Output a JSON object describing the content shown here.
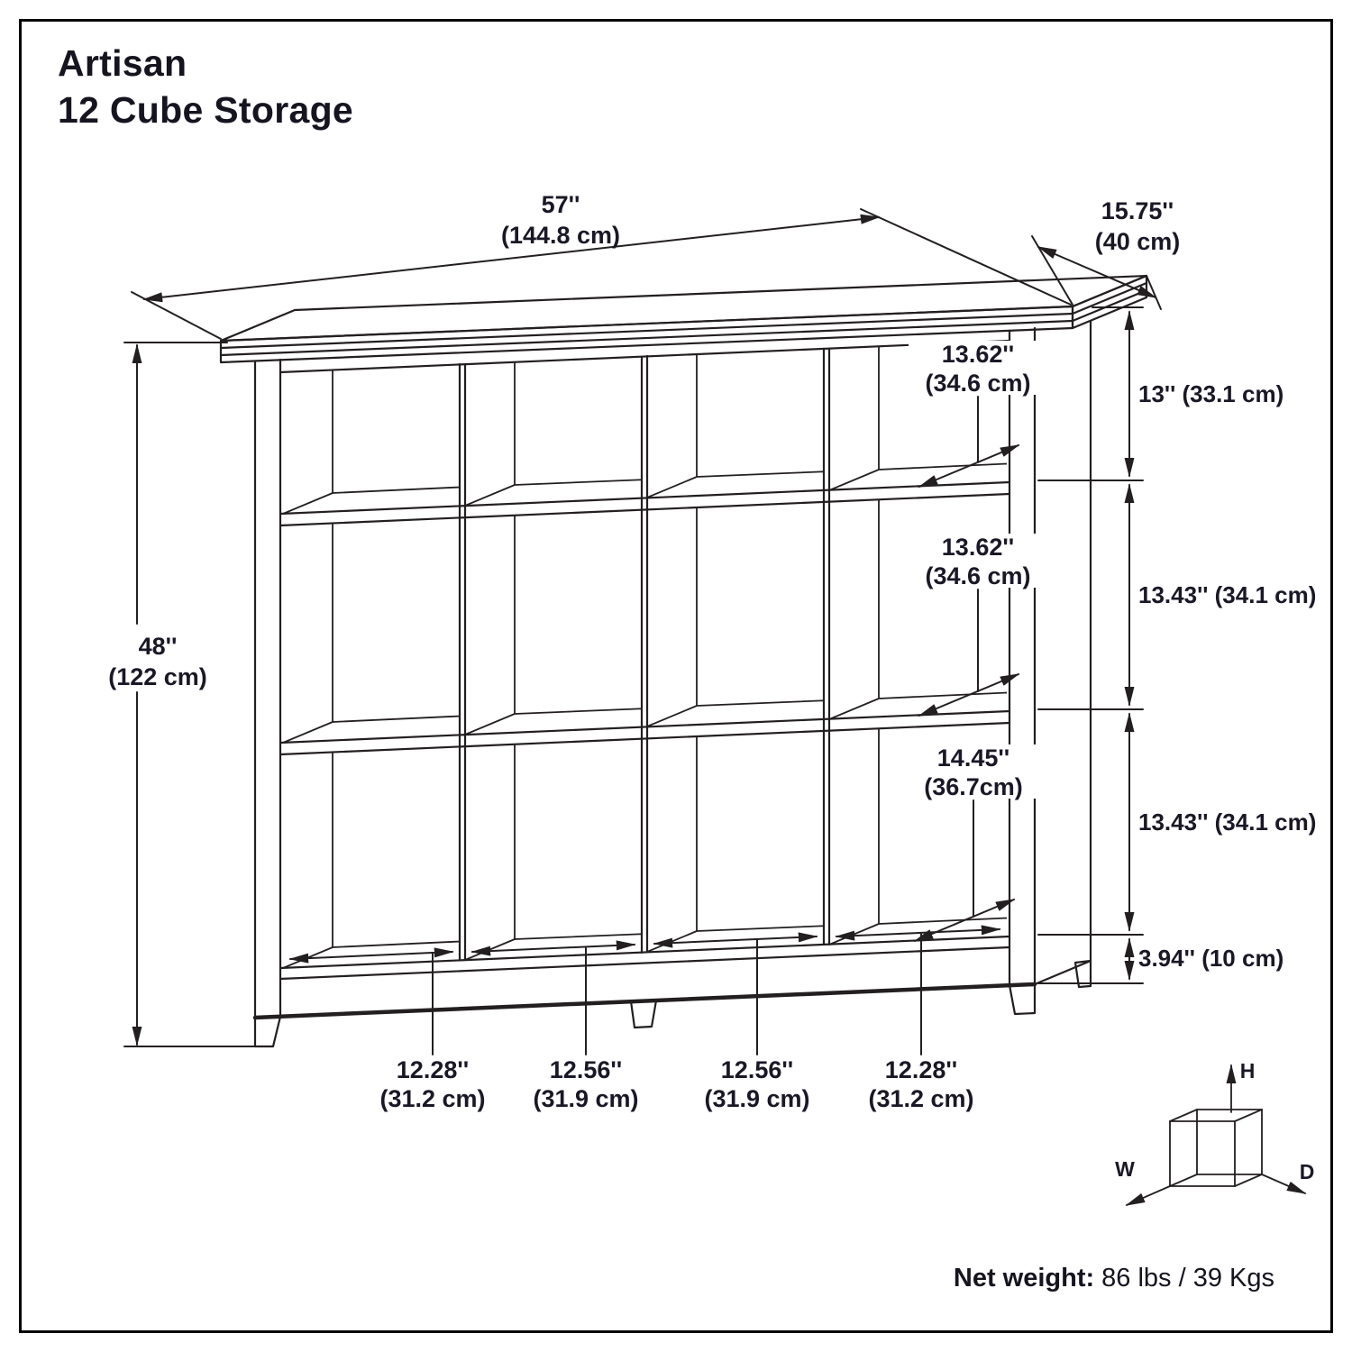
{
  "title": {
    "line1": "Artisan",
    "line2": "12 Cube Storage"
  },
  "product": {
    "width": {
      "in": "57''",
      "cm": "(144.8 cm)"
    },
    "depth": {
      "in": "15.75''",
      "cm": "(40 cm)"
    },
    "height": {
      "in": "48''",
      "cm": "(122 cm)"
    },
    "cube_depths": [
      {
        "row": "top",
        "in": "13.62''",
        "cm": "(34.6 cm)"
      },
      {
        "row": "middle",
        "in": "13.62''",
        "cm": "(34.6 cm)"
      },
      {
        "row": "bottom",
        "in": "14.45''",
        "cm": "(36.7cm)"
      }
    ],
    "row_heights": [
      {
        "label": "13'' (33.1 cm)"
      },
      {
        "label": "13.43'' (34.1 cm)"
      },
      {
        "label": "13.43'' (34.1 cm)"
      }
    ],
    "base_height": {
      "label": "3.94'' (10 cm)"
    },
    "cube_widths": [
      {
        "in": "12.28''",
        "cm": "(31.2 cm)"
      },
      {
        "in": "12.56''",
        "cm": "(31.9 cm)"
      },
      {
        "in": "12.56''",
        "cm": "(31.9 cm)"
      },
      {
        "in": "12.28''",
        "cm": "(31.2 cm)"
      }
    ]
  },
  "axis_cube": {
    "h": "H",
    "w": "W",
    "d": "D"
  },
  "net_weight": {
    "label": "Net weight:",
    "value": "86 lbs / 39 Kgs"
  },
  "colors": {
    "line": "#231f20",
    "text": "#1a1826"
  }
}
